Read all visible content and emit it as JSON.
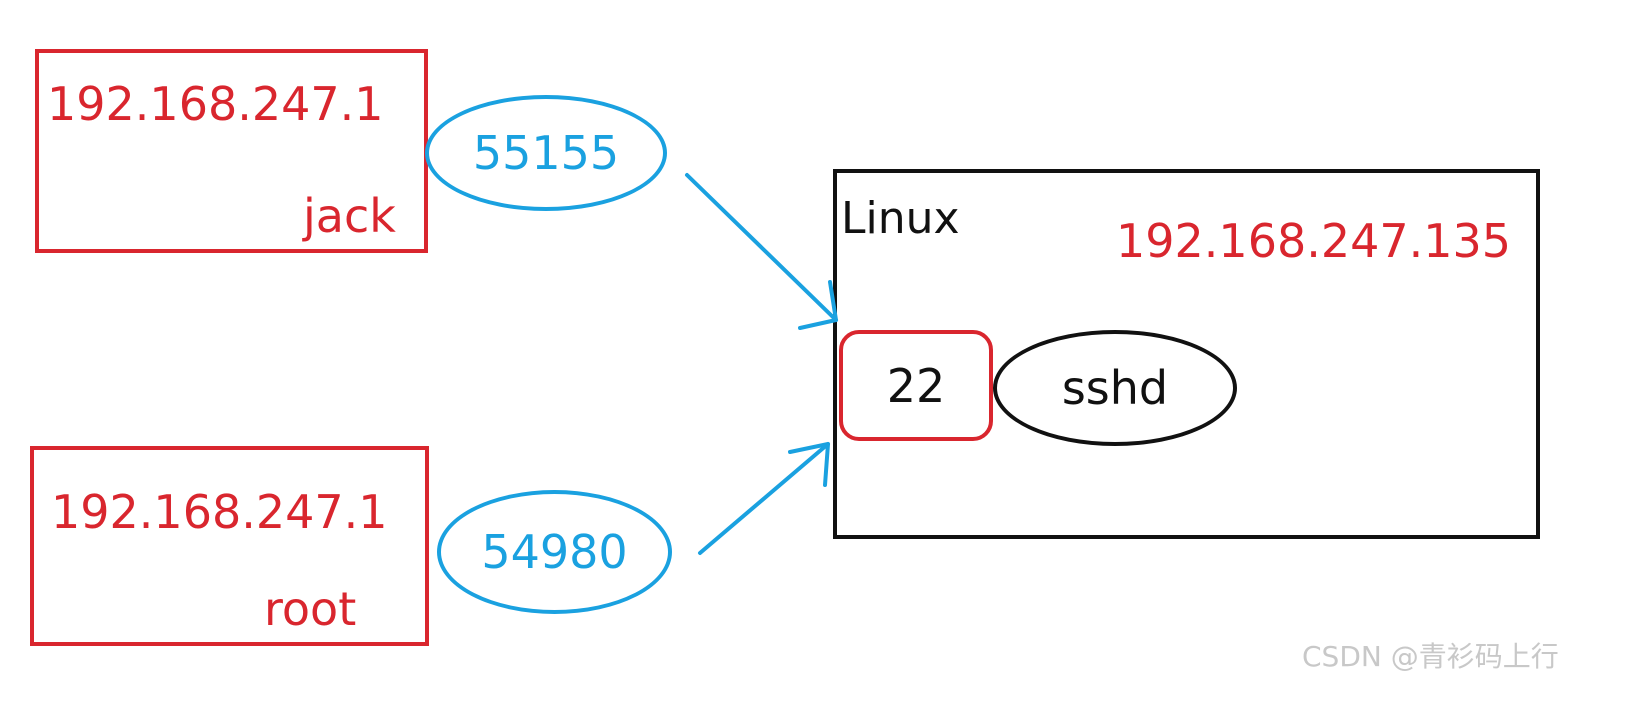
{
  "clients": [
    {
      "ip": "192.168.247.1",
      "user": "jack",
      "port": "55155"
    },
    {
      "ip": "192.168.247.1",
      "user": "root",
      "port": "54980"
    }
  ],
  "server": {
    "os": "Linux",
    "ip": "192.168.247.135",
    "port": "22",
    "service": "sshd"
  },
  "watermark": "CSDN @青衫码上行",
  "colors": {
    "red": "#d9262e",
    "blue": "#1aa1e0",
    "black": "#111111"
  }
}
